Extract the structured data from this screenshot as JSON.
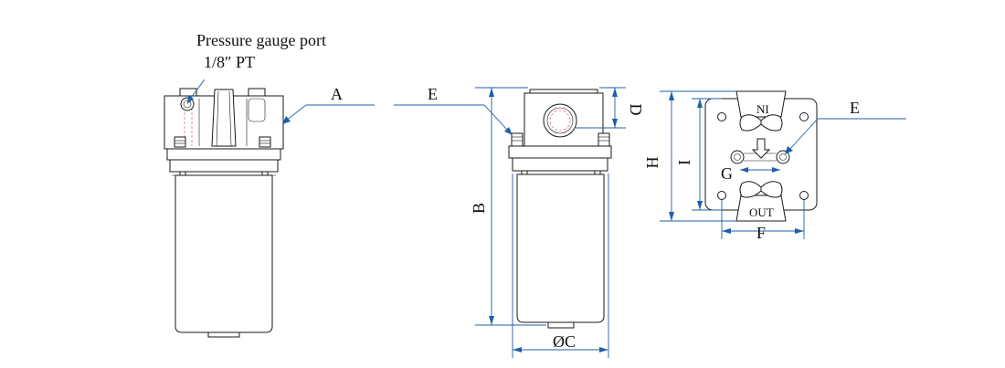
{
  "labels": {
    "gauge_port": "Pressure gauge port",
    "gauge_size": "1/8″  PT",
    "a": "A",
    "b": "B",
    "c": "ØC",
    "d": "D",
    "e_front": "E",
    "e_plan": "E",
    "f": "F",
    "g": "G",
    "h": "H",
    "i": "I",
    "inlet": "NI",
    "outlet": "OUT"
  },
  "colors": {
    "outline": "#1a1a1a",
    "dimension": "#1f5fa8",
    "hidden_line": "#e04040"
  }
}
